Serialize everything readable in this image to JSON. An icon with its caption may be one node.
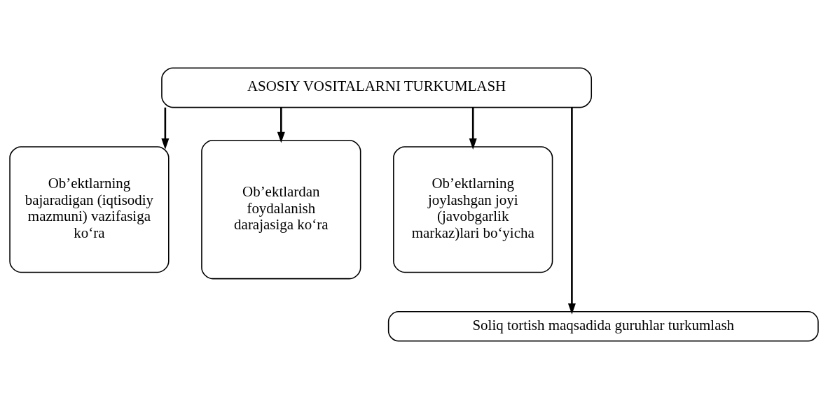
{
  "diagram": {
    "nodes": [
      {
        "text": [
          "ASOSIY VOSITALARNI TURKUMLASH"
        ]
      },
      {
        "text": [
          "Ob’ektlarning bajaradigan (iqtisodiy mazmuni) vazifasiga ko‘ra"
        ]
      },
      {
        "text": [
          "Ob’ektlardan foydalanish darajasiga ko‘ra"
        ]
      },
      {
        "text": [
          "Ob’ektlarning joylashgan joyi (javobgarlik markaz)lari bo‘yicha"
        ]
      },
      {
        "text": [
          "Soliq tortish maqsadida guruhlar turkumlash"
        ]
      }
    ],
    "edges": [
      {
        "from": 0,
        "to": 1,
        "arrow": "to"
      },
      {
        "from": 0,
        "to": 2,
        "arrow": "to"
      },
      {
        "from": 0,
        "to": 4,
        "arrow": "to"
      },
      {
        "from": 0,
        "to": 3,
        "arrow": "to"
      }
    ]
  }
}
